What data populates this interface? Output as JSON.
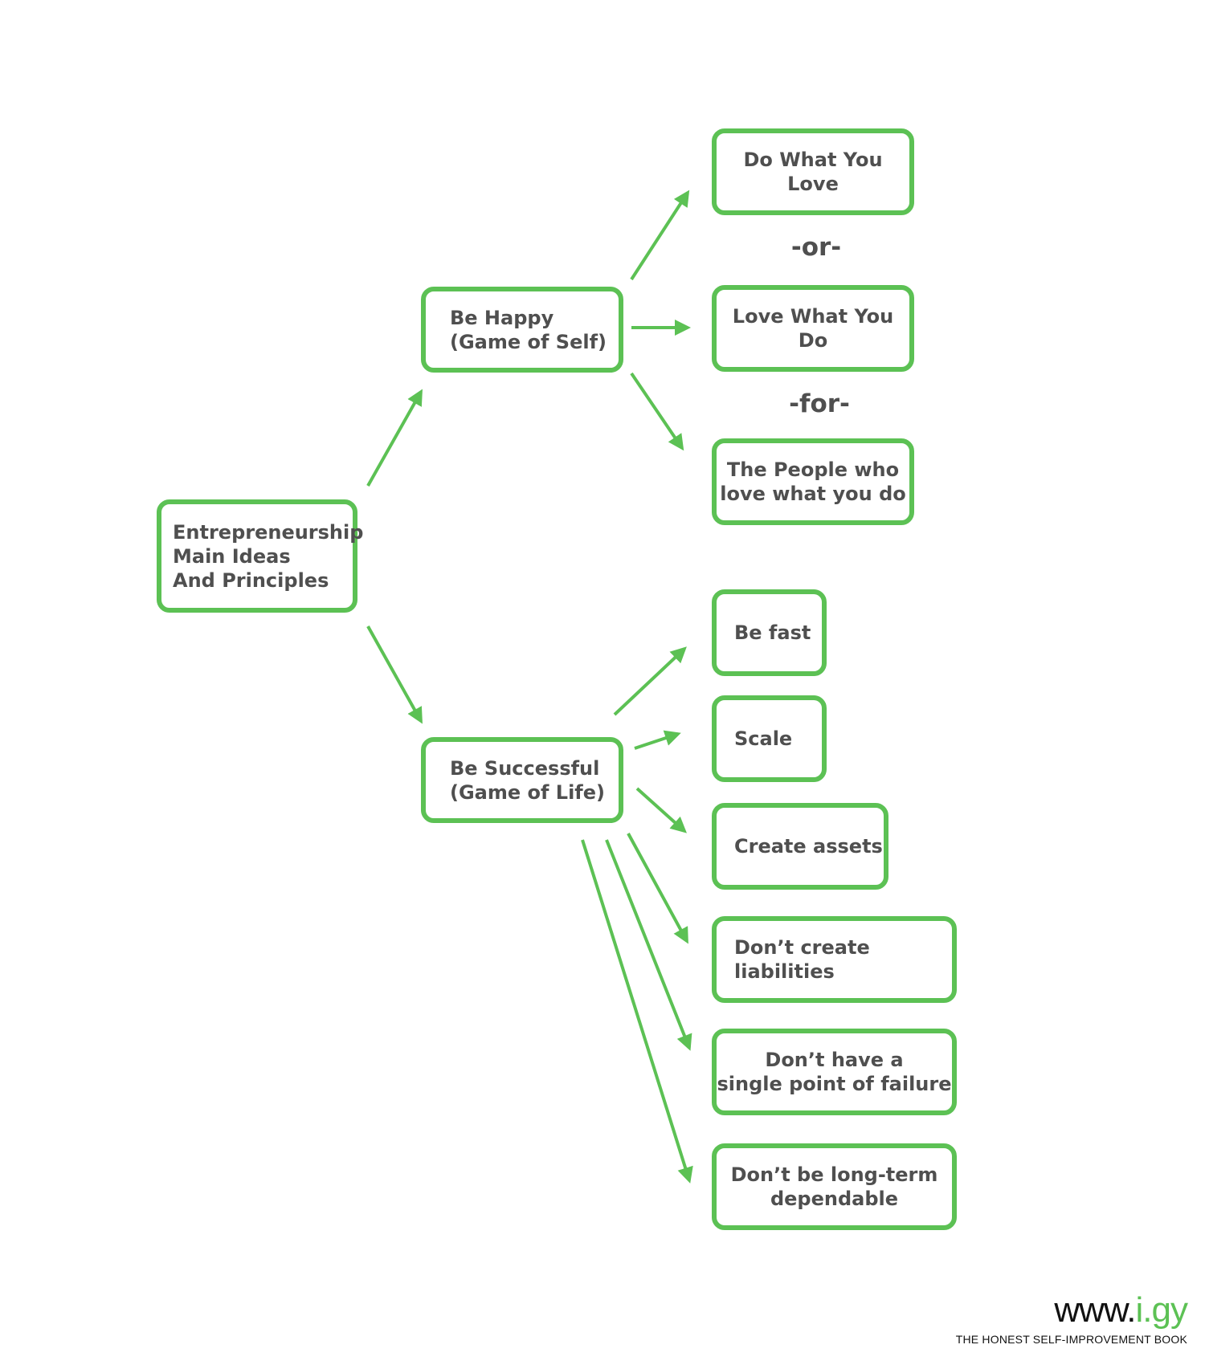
{
  "colors": {
    "accent": "#5cc154",
    "text": "#4f4f4f"
  },
  "nodes": {
    "root": "Entrepreneurship\nMain Ideas\nAnd Principles",
    "happy": "Be Happy\n(Game of Self)",
    "success": "Be Successful\n(Game of Life)",
    "do_love": "Do What You Love",
    "love_do": "Love What You Do",
    "people": "The People who\nlove what you do",
    "fast": "Be fast",
    "scale": "Scale",
    "assets": "Create assets",
    "liabilities": "Don’t create liabilities",
    "failure": "Don’t have a\nsingle point of failure",
    "dependable": "Don’t be long-term\ndependable"
  },
  "separators": {
    "or": "-or-",
    "for": "-for-"
  },
  "brand": {
    "prefix": "www.",
    "domain": "i.gy",
    "tagline": "THE HONEST SELF-IMPROVEMENT BOOK"
  }
}
